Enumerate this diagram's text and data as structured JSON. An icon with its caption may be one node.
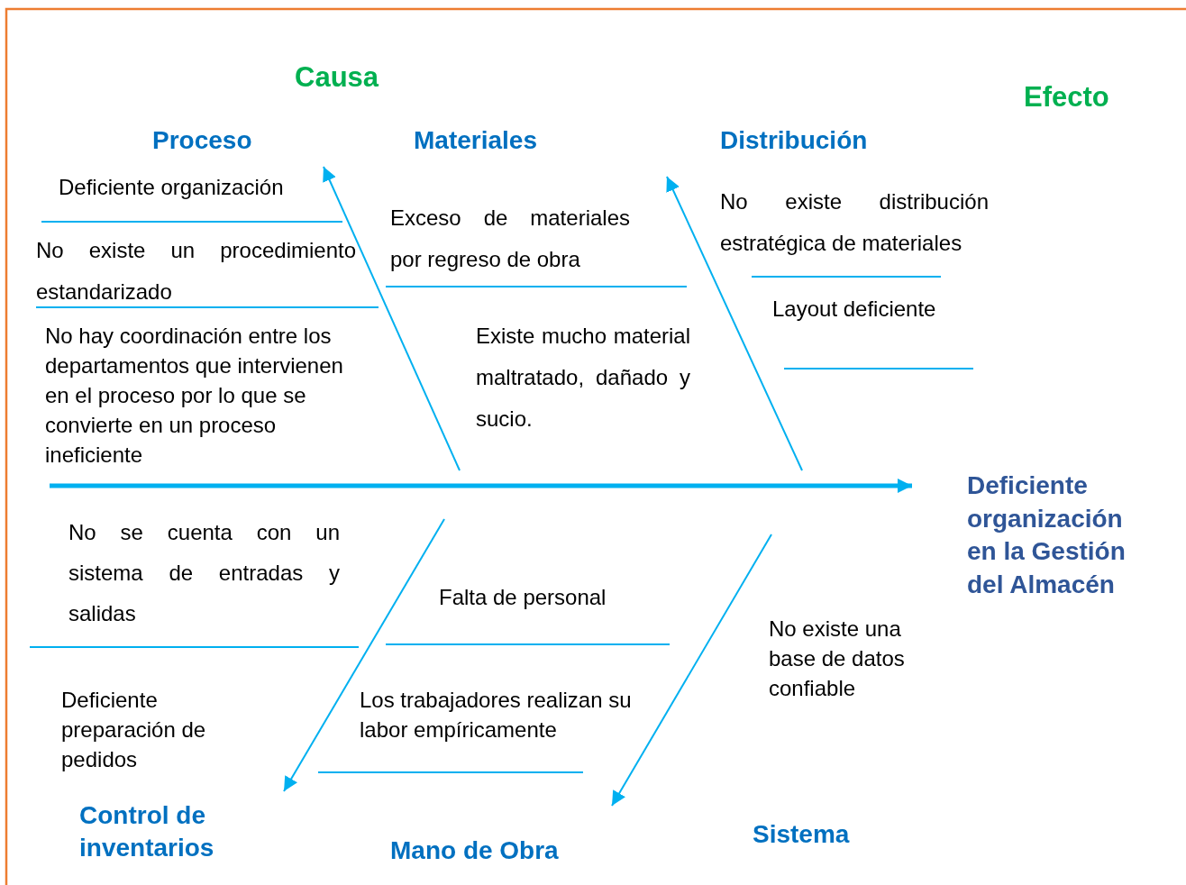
{
  "diagram": {
    "nodes": [
      {
        "text": [
          "Proceso"
        ]
      },
      {
        "text": [
          "Materiales"
        ]
      },
      {
        "text": [
          "Distribución"
        ]
      },
      {
        "text": [
          "Control de inventarios"
        ]
      },
      {
        "text": [
          "Mano de Obra"
        ]
      },
      {
        "text": [
          "Sistema"
        ]
      },
      {
        "text": [
          "Deficiente organización en la Gestión del Almacén"
        ]
      }
    ],
    "edges": [
      {
        "from": null,
        "to": 6,
        "arrow": "to",
        "style": "thick"
      },
      {
        "from": null,
        "to": 0,
        "arrow": "to"
      },
      {
        "from": null,
        "to": 2,
        "arrow": "to"
      },
      {
        "from": null,
        "to": 3,
        "arrow": "to"
      },
      {
        "from": null,
        "to": 4,
        "arrow": "to"
      }
    ],
    "labels": [
      "Causa",
      "Efecto",
      "Deficiente organización",
      "No existe un procedimiento estandarizado",
      "No hay coordinación entre los departamentos que intervienen en el proceso por lo que se convierte en un proceso ineficiente",
      "Exceso de materiales por regreso de obra",
      "Existe mucho material maltratado, dañado y sucio.",
      "No existe distribución estratégica de materiales",
      "Layout deficiente",
      "No se cuenta con un sistema de entradas y salidas",
      "Falta de personal",
      "No existe una base de datos confiable",
      "Deficiente preparación de pedidos",
      "Los trabajadores realizan su labor empíricamente"
    ]
  }
}
